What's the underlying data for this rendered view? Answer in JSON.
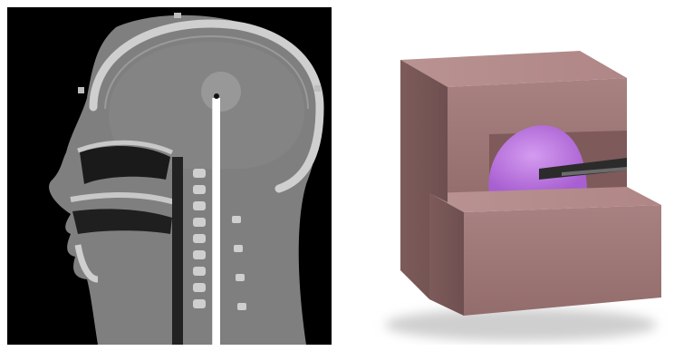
{
  "figure": {
    "panels": [
      {
        "id": "left",
        "content": "ct-sagittal-head-slice",
        "background": "#000000"
      },
      {
        "id": "right",
        "content": "3d-cutaway-block-model",
        "background": "#ffffff"
      }
    ]
  },
  "colors": {
    "ct_background": "#000000",
    "soft_tissue": "#7d7d7d",
    "bone": "#d2d2d2",
    "probe_highlight": "#ffffff",
    "block_front": "#a27a7a",
    "block_top": "#b48a8a",
    "block_side": "#8a6464",
    "target_sphere": "#b873d9"
  }
}
